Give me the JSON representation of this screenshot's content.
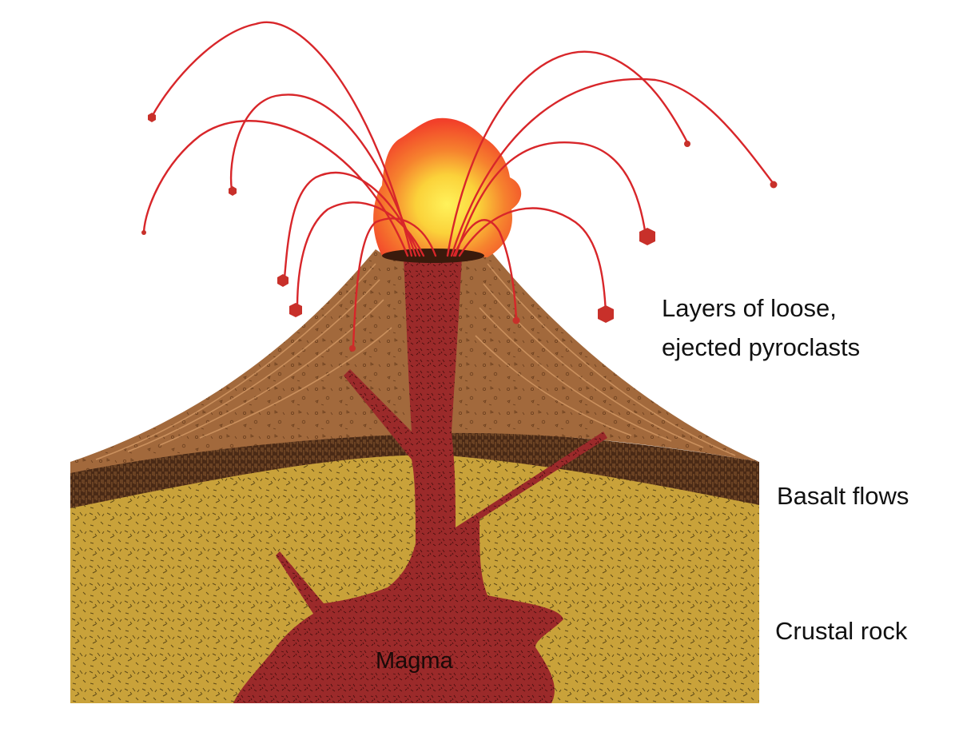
{
  "labels": {
    "pyroclasts_line1": "Layers of loose,",
    "pyroclasts_line2": "ejected pyroclasts",
    "basalt": "Basalt flows",
    "crust": "Crustal rock",
    "magma": "Magma"
  },
  "colors": {
    "crust": "#c9a23a",
    "basalt": "#4a2a16",
    "cone": "#a2693c",
    "magma": "#9b2a2a",
    "lava_trail": "#d8262a",
    "bomb": "#c8302a",
    "fire_core": "#fff25a",
    "fire_outer": "#f2402a"
  }
}
